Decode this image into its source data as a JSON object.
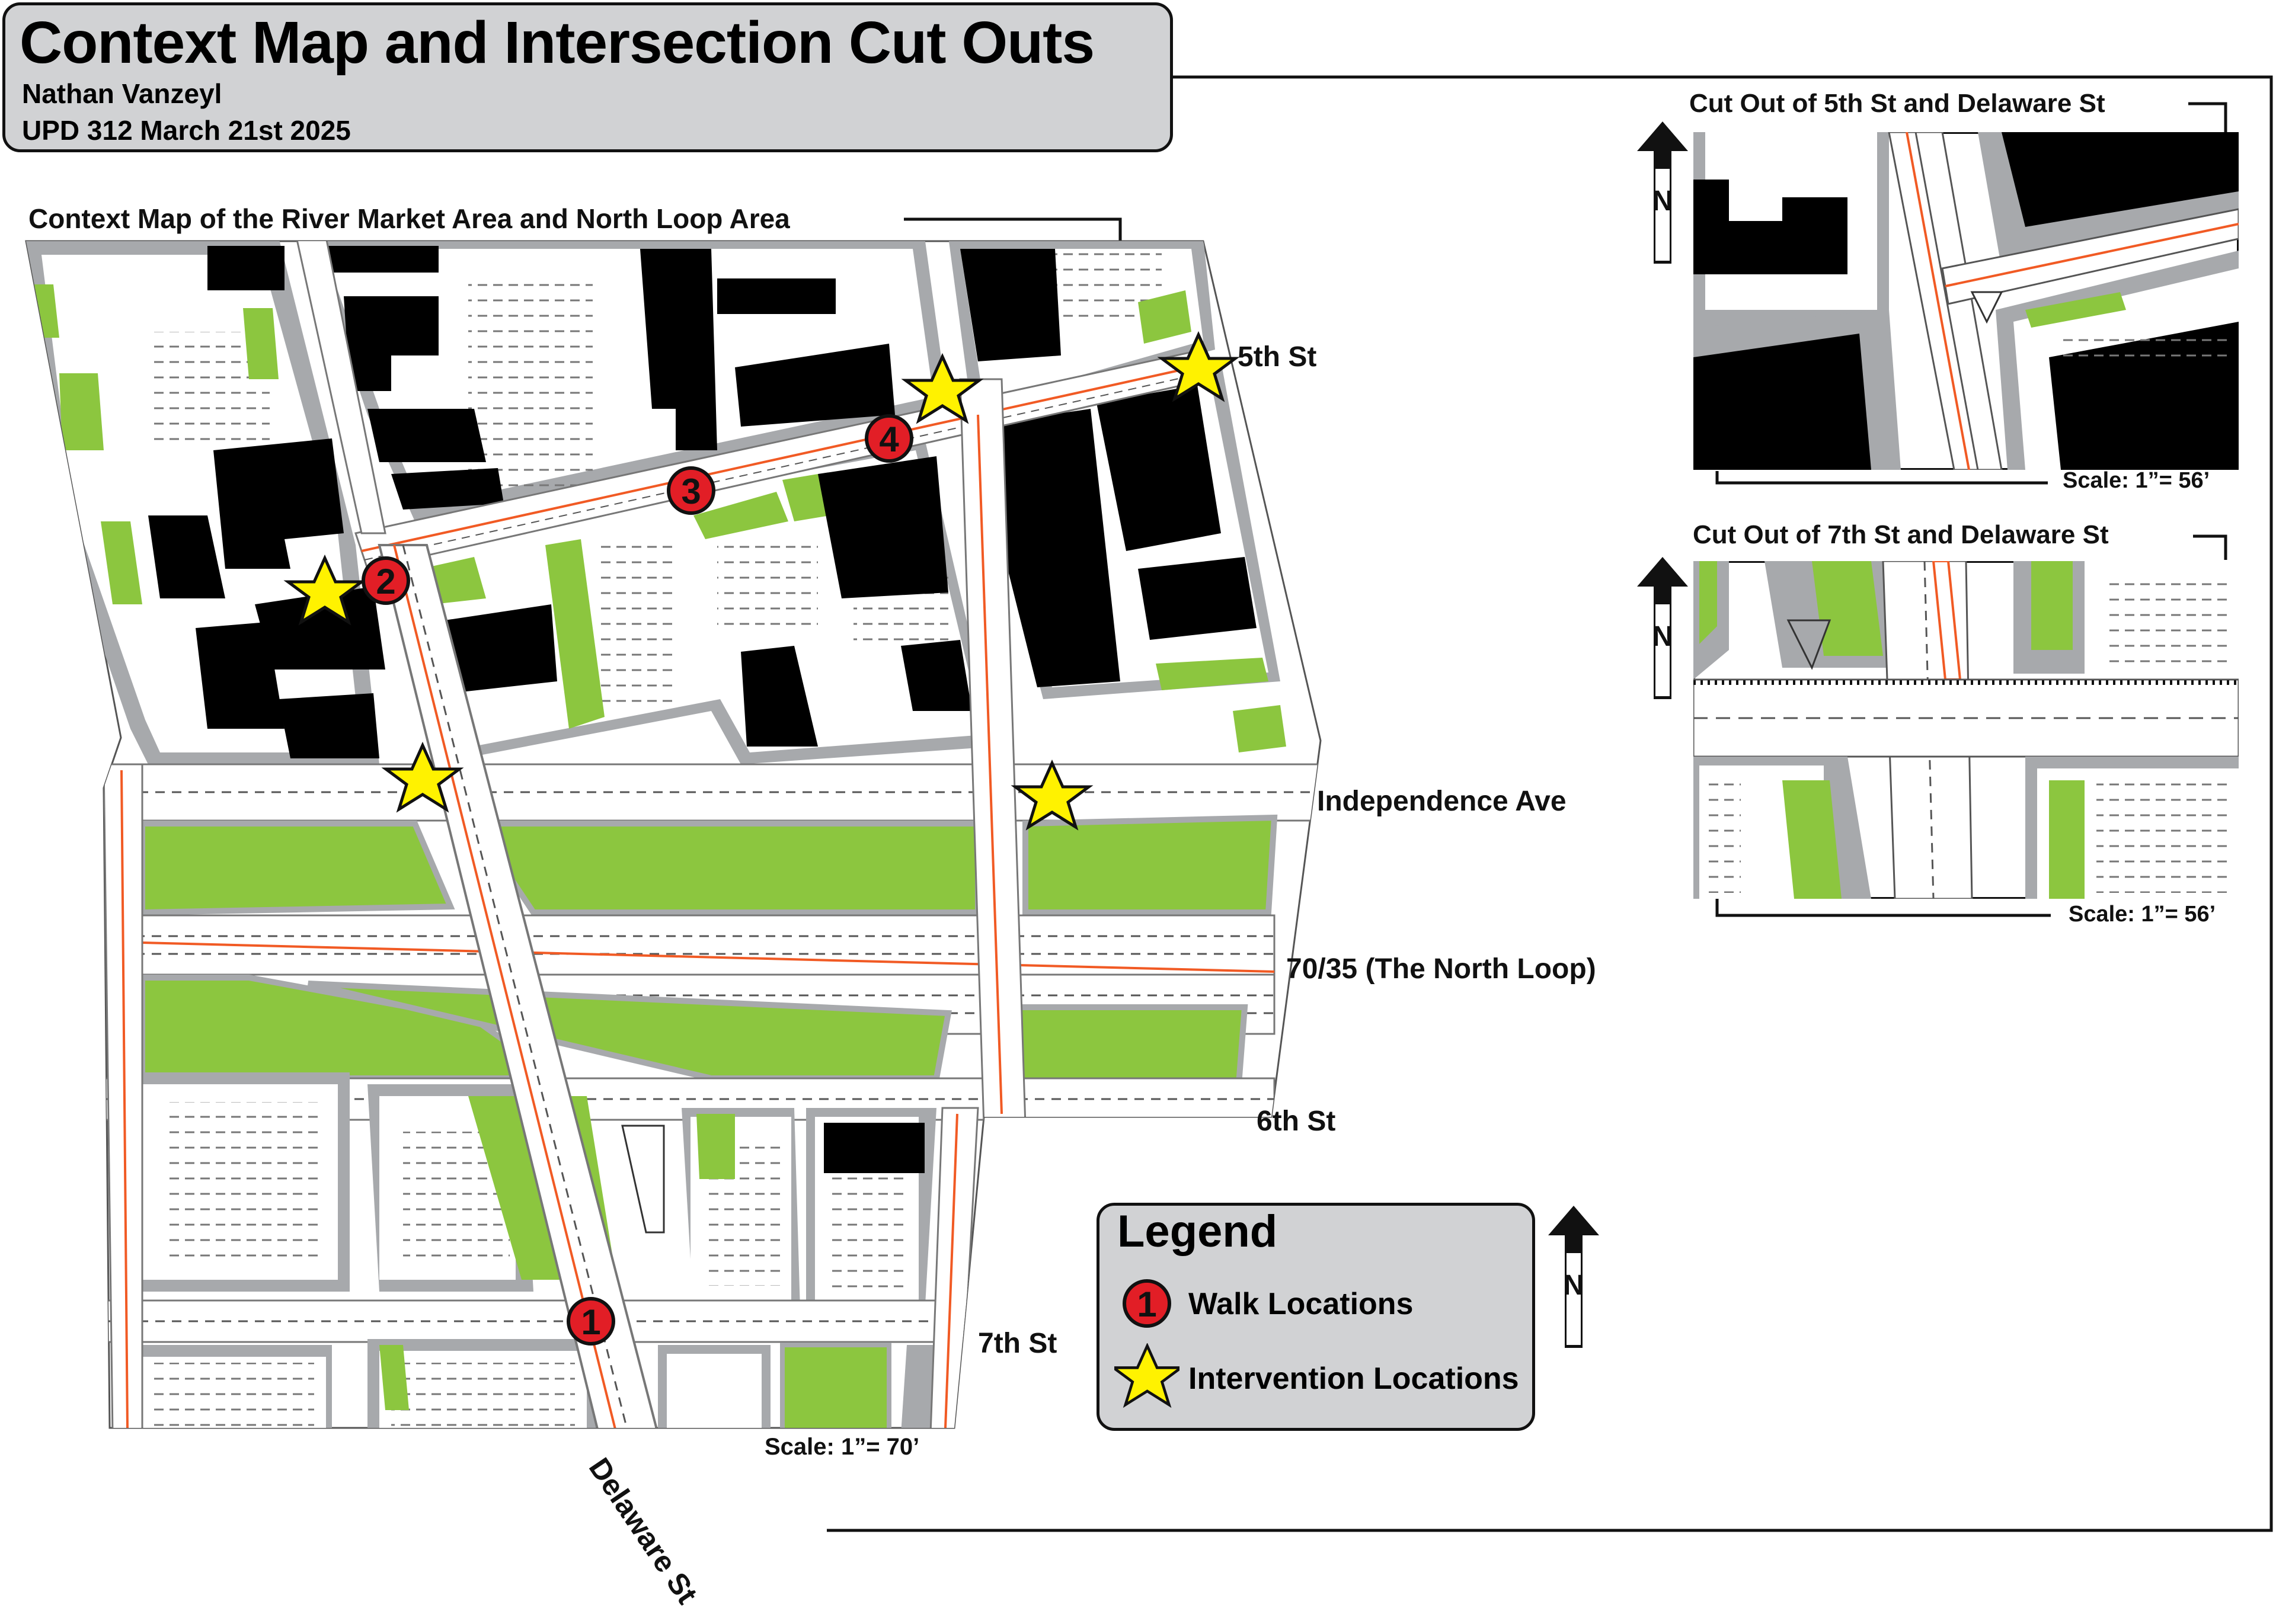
{
  "header": {
    "title": "Context Map and Intersection Cut Outs",
    "author": "Nathan Vanzeyl",
    "course_date": "UPD 312 March 21st 2025"
  },
  "context_map": {
    "title": "Context Map of the River Market Area and North Loop Area",
    "scale": "Scale: 1”= 70’",
    "streets": {
      "fifth": "5th St",
      "independence": "Independence Ave",
      "loop": "70/35 (The North Loop)",
      "sixth": "6th St",
      "seventh": "7th St",
      "delaware": "Delaware St"
    },
    "walk_locations": [
      "1",
      "2",
      "3",
      "4"
    ]
  },
  "cutouts": [
    {
      "title": "Cut Out of 5th St and Delaware St",
      "scale": "Scale: 1”= 56’"
    },
    {
      "title": "Cut Out of 7th St and Delaware St",
      "scale": "Scale: 1”= 56’"
    }
  ],
  "north_arrow_letter": "N",
  "legend": {
    "title": "Legend",
    "walk_label": "Walk Locations",
    "walk_sample": "1",
    "intervention_label": "Intervention Locations"
  },
  "colors": {
    "green_space": "#8cc63f",
    "sidewalk": "#a7a9ac",
    "building": "#000000",
    "road": "#ffffff",
    "bike_lane": "#f15a24",
    "walk_marker": "#e21e26",
    "intervention_star": "#fff200",
    "legend_bg": "#d1d2d4"
  }
}
